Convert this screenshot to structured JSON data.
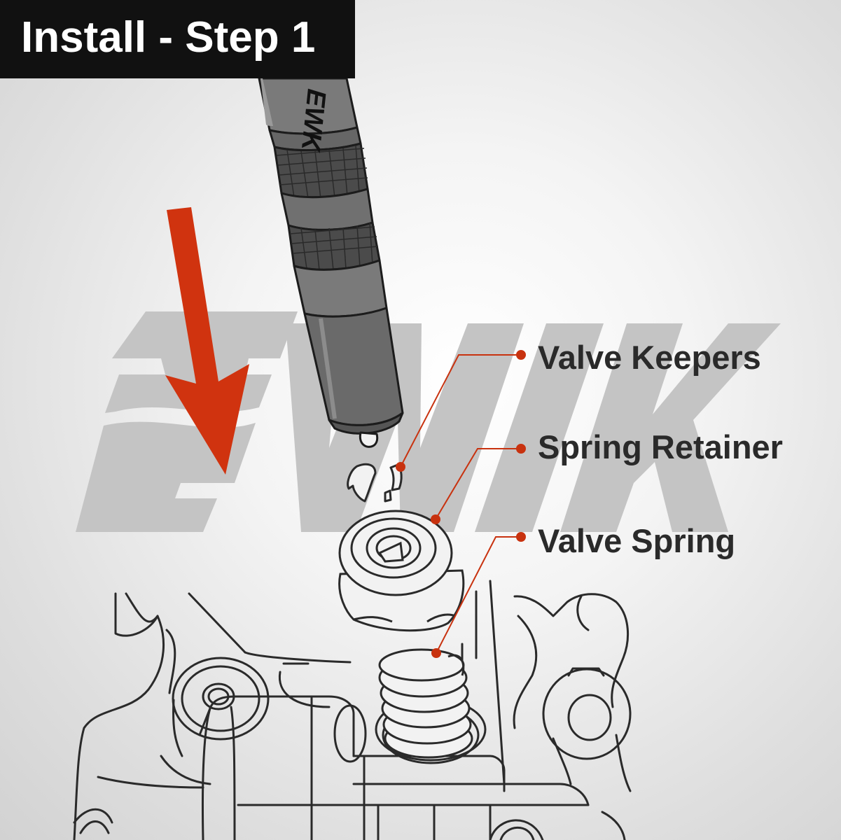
{
  "title": "Install - Step 1",
  "watermark_text": "EWK",
  "tool_brand": "EWK",
  "labels": {
    "valve_keepers": "Valve Keepers",
    "spring_retainer": "Spring Retainer",
    "valve_spring": "Valve Spring"
  },
  "colors": {
    "title_background": "#111111",
    "title_text": "#ffffff",
    "arrow": "#d0330f",
    "leader_line": "#c8320f",
    "label_text": "#2a2a2a",
    "watermark": "#c4c4c4",
    "outline": "#2a2a2a"
  },
  "icons": {
    "arrow": "down-arrow-icon"
  }
}
